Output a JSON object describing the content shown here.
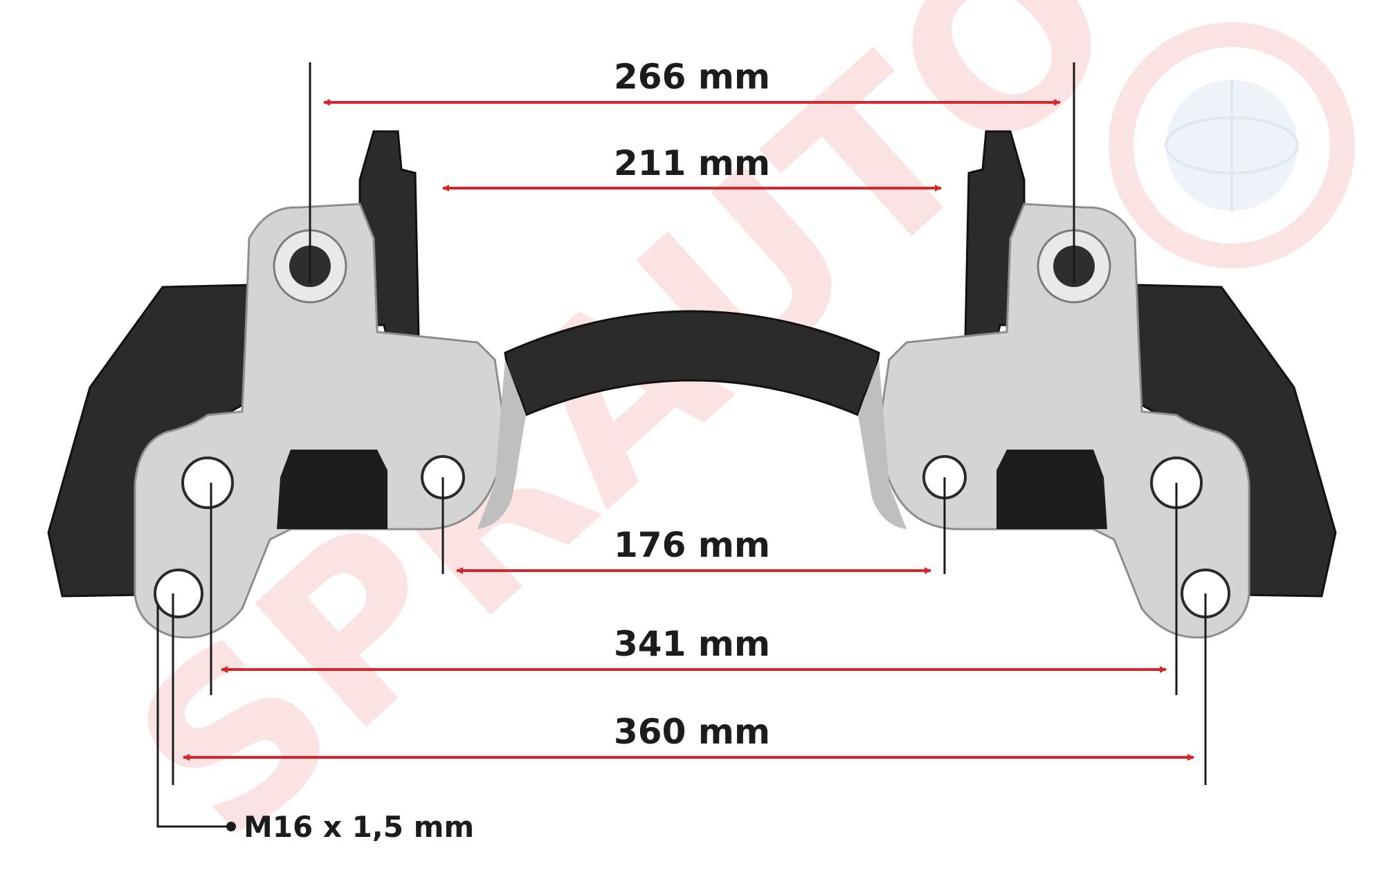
{
  "dimensions": {
    "d266": "266 mm",
    "d211": "211 mm",
    "d176": "176 mm",
    "d341": "341 mm",
    "d360": "360 mm"
  },
  "thread_note": "M16 x 1,5 mm",
  "watermark": "SPRAUTO",
  "colors": {
    "arrow": "#d6252b",
    "text": "#1c1c1c",
    "watermark": "#fbe3e4"
  },
  "icons": {
    "watermark_logo": "globe-icon"
  }
}
